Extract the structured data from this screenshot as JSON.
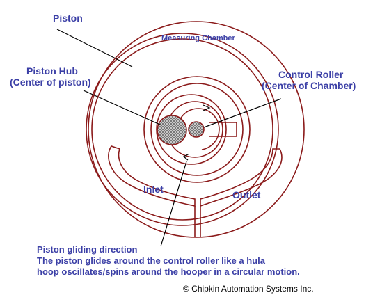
{
  "labels": {
    "piston": "Piston",
    "measuring_chamber": "Measuring Chamber",
    "piston_hub_line1": "Piston Hub",
    "piston_hub_line2": "(Center of piston)",
    "control_roller_line1": "Control Roller",
    "control_roller_line2": "(Center of Chamber)",
    "inlet": "Inlet",
    "outlet": "Outlet",
    "gliding_line1": "Piston gliding direction",
    "gliding_line2": "The piston glides around the control roller like a hula",
    "gliding_line3": "hoop oscillates/spins around the hooper in a circular motion."
  },
  "copyright": "© Chipkin Automation Systems Inc.",
  "colors": {
    "line": "#8b1a1a",
    "label": "#3b3fa6",
    "pointer": "#000000"
  }
}
